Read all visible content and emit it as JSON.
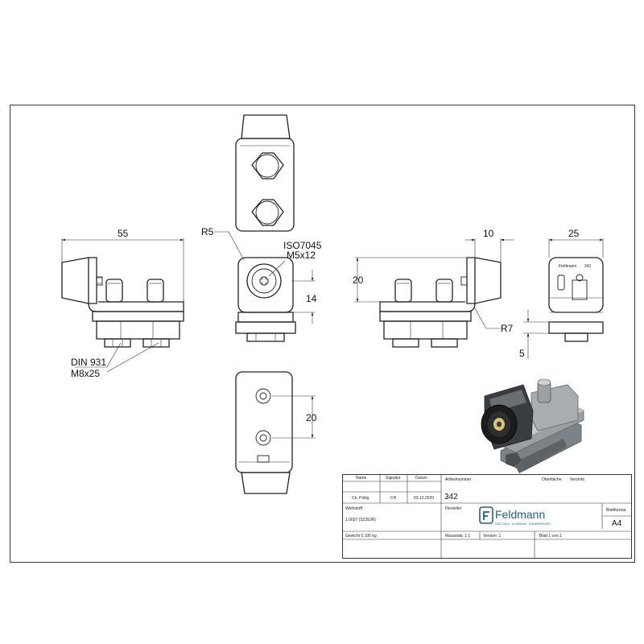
{
  "dimensions": {
    "width_55": "55",
    "r5": "R5",
    "iso": "ISO7045",
    "screw_size": "M5x12",
    "d14": "14",
    "din": "DIN 931",
    "bolt": "M8x25",
    "d20_bottom": "20",
    "d20_side": "20",
    "d10": "10",
    "r7": "R7",
    "d5": "5",
    "d25": "25"
  },
  "part_marking": {
    "brand": "Feldmann",
    "number": "342"
  },
  "title_block": {
    "headers": {
      "name": "Name",
      "signature": "Signatur",
      "date": "Datum",
      "article_number": "Artikelnummer",
      "surface": "Oberfläche:",
      "surface_value": "Verzinkt"
    },
    "name_value": "Ch. Pollig",
    "signature_value": "CH",
    "date_value": "03.12.2020",
    "article_number_value": "342",
    "description": "Flexteller",
    "material_label": "Werkstoff:",
    "material_value": "1.0037 (S235JR)",
    "brand_name": "Feldmann",
    "brand_tagline": "EDELSTAHL · ALUMINIUM · SCHMIEDEKUNST",
    "sheet_format_label": "Blattformat",
    "sheet_format_value": "A4",
    "weight": "Gewicht 0.105 kg",
    "scale": "Massstab: 1:1",
    "version": "Version: 1",
    "sheet": "Blatt 1 von 1"
  },
  "colors": {
    "line": "#222222",
    "brand_blue": "#1f5f8b",
    "part_gray": "#8a8f93",
    "part_dark": "#2b2b2b"
  }
}
